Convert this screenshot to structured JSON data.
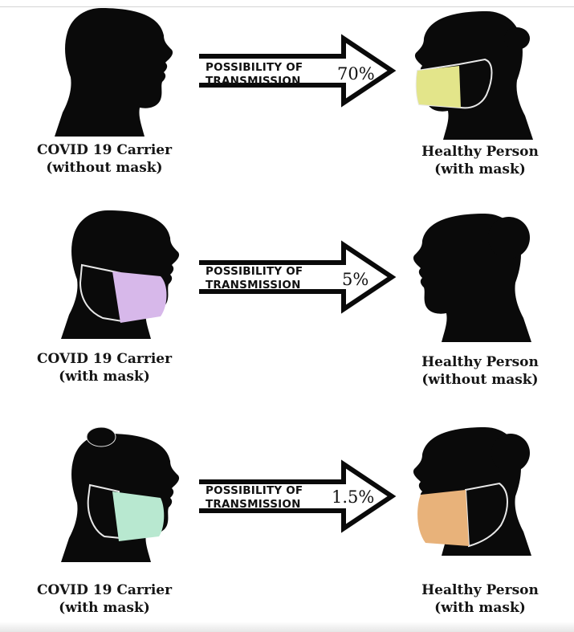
{
  "panels": [
    {
      "arrow": {
        "label_line1": "POSSIBILITY OF",
        "label_line2": "TRANSMISSION",
        "percent": "70%"
      },
      "carrier": {
        "line1": "COVID 19 Carrier",
        "line2": "(without mask)",
        "mask_color": null
      },
      "healthy": {
        "line1": "Healthy Person",
        "line2": "(with mask)",
        "mask_color": "#e3e58a"
      }
    },
    {
      "arrow": {
        "label_line1": "POSSIBILITY OF",
        "label_line2": "TRANSMISSION",
        "percent": "5%"
      },
      "carrier": {
        "line1": "COVID 19 Carrier",
        "line2": "(with mask)",
        "mask_color": "#d7b8ea"
      },
      "healthy": {
        "line1": "Healthy Person",
        "line2": "(without mask)",
        "mask_color": null
      }
    },
    {
      "arrow": {
        "label_line1": "POSSIBILITY OF",
        "label_line2": "TRANSMISSION",
        "percent": "1.5%"
      },
      "carrier": {
        "line1": "COVID 19 Carrier",
        "line2": "(with mask)",
        "mask_color": "#b8e8d0"
      },
      "healthy": {
        "line1": "Healthy Person",
        "line2": "(with mask)",
        "mask_color": "#e8b27a"
      }
    }
  ],
  "colors": {
    "silhouette": "#0a0a0a",
    "mask_outline": "#e8e8e8",
    "text": "#151515"
  }
}
